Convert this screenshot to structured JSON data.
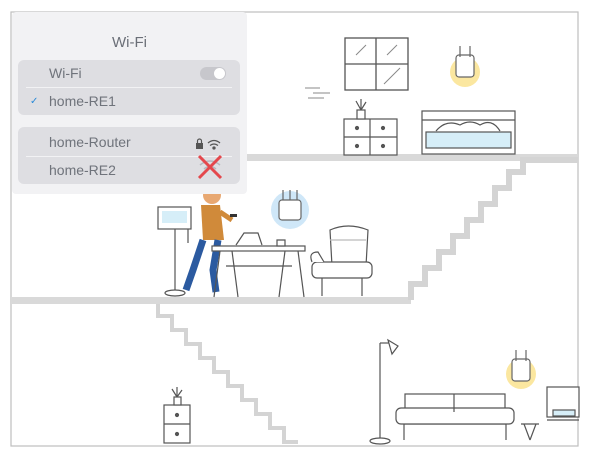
{
  "wifi_panel": {
    "title": "Wi-Fi",
    "wifi_toggle_label": "Wi-Fi",
    "wifi_toggle_on": true,
    "connected_network": "home-RE1",
    "networks": [
      {
        "name": "home-Router",
        "secured": true,
        "available": true
      },
      {
        "name": "home-RE2",
        "secured": false,
        "available": false
      }
    ]
  },
  "colors": {
    "accent_blue": "#2b8ad8",
    "glow_yellow": "#fbe7a0",
    "glow_blue": "#cfe7f8",
    "unavailable_red": "#e4474c",
    "screen_blue": "#d6eef8"
  },
  "icons": [
    "checkmark-icon",
    "lock-icon",
    "wifi-icon",
    "no-signal-icon",
    "extender-icon"
  ]
}
